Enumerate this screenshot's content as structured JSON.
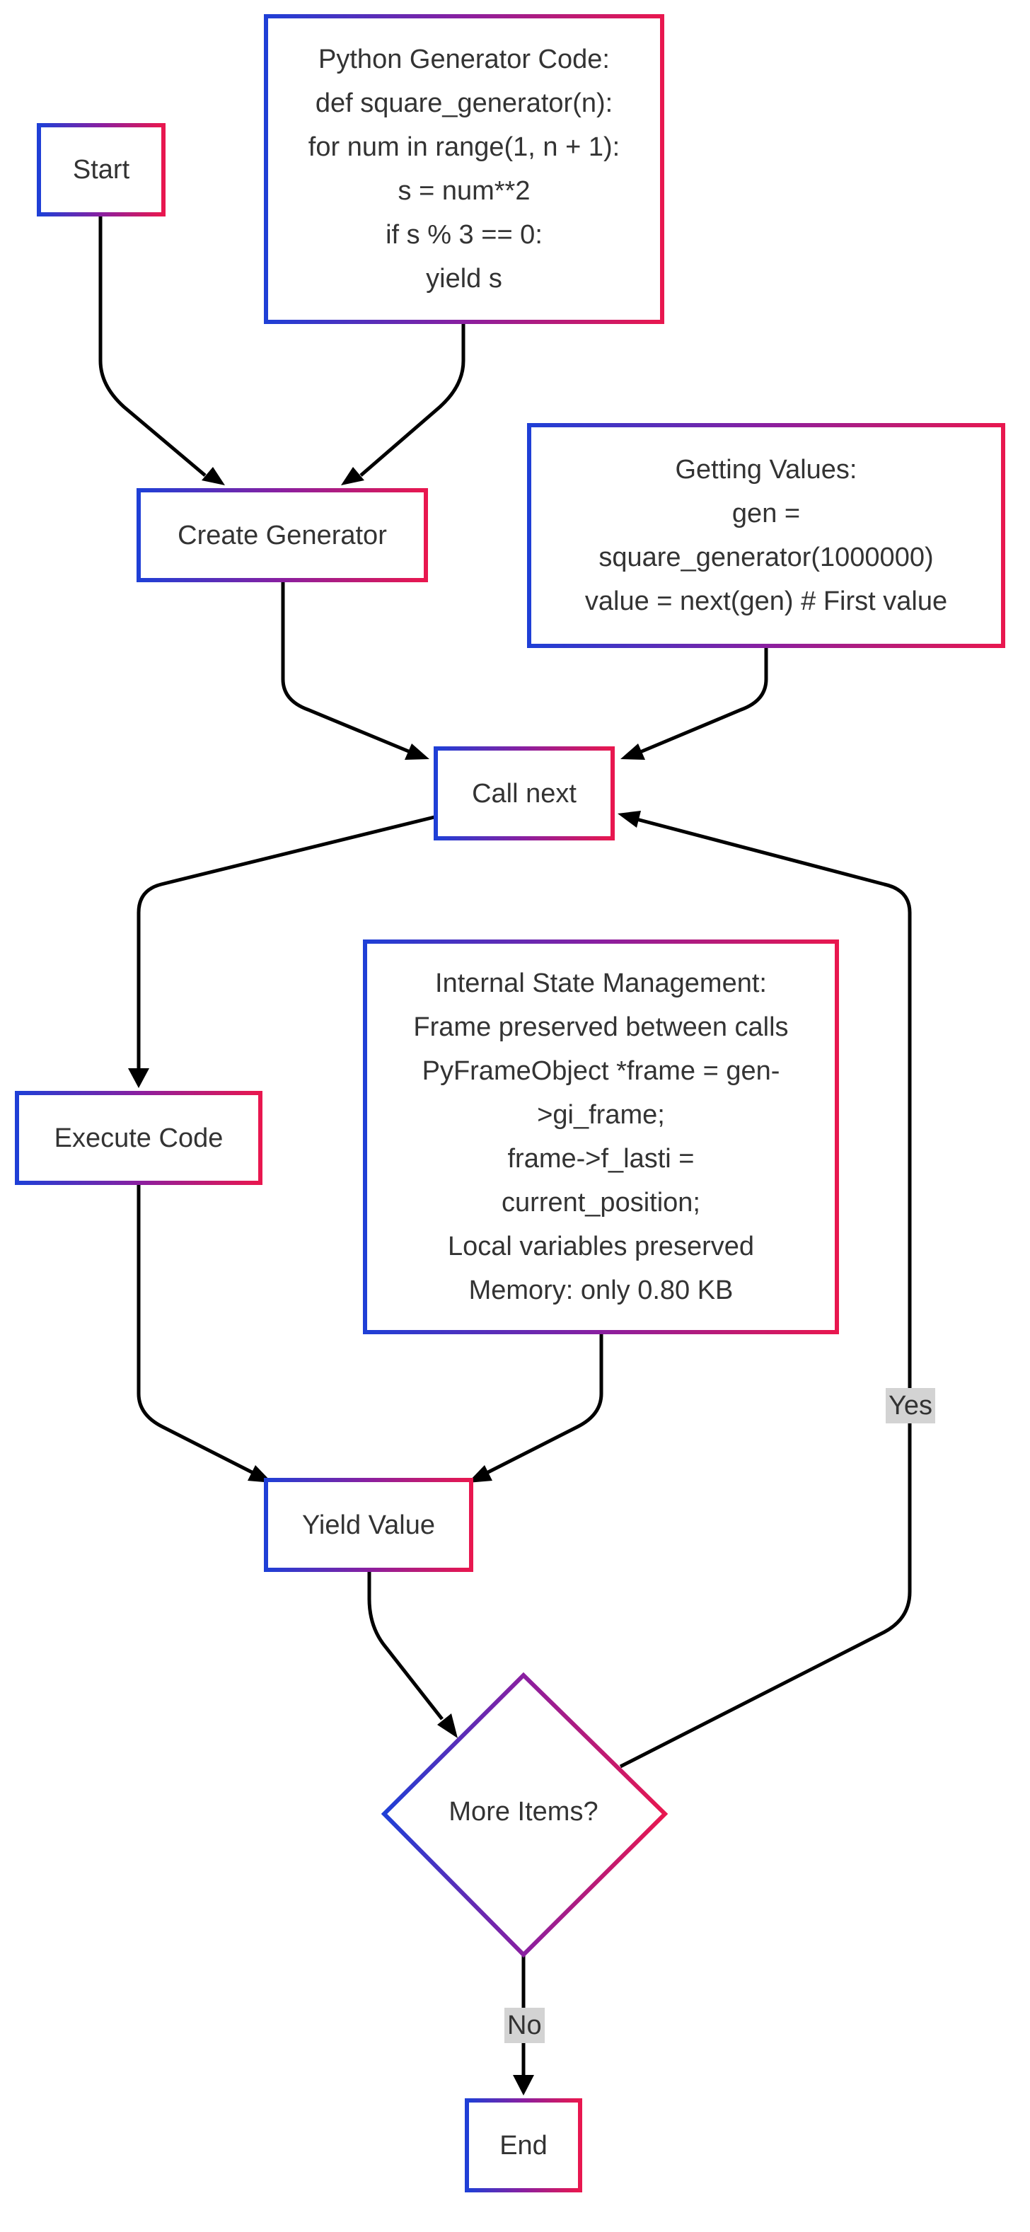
{
  "colors": {
    "gradient_start": "#1f3fd6",
    "gradient_mid": "#8a1fa0",
    "gradient_end": "#e8174f",
    "edge": "#000000",
    "edge_label_bg": "#d3d3d3"
  },
  "nodes": {
    "start": "Start",
    "code_note": [
      "Python Generator Code:",
      "def square_generator(n):",
      "for num in range(1, n + 1):",
      "s = num**2",
      "if s % 3 == 0:",
      "yield s"
    ],
    "create_generator": "Create Generator",
    "getting_values_note": [
      "Getting Values:",
      "gen =",
      "square_generator(1000000)",
      "value = next(gen)  # First value"
    ],
    "call_next": "Call next",
    "execute_code": "Execute Code",
    "state_note": [
      "Internal State Management:",
      "Frame preserved between calls",
      "PyFrameObject *frame = gen-",
      ">gi_frame;",
      "frame->f_lasti =",
      "current_position;",
      "Local variables preserved",
      "Memory: only 0.80 KB"
    ],
    "yield_value": "Yield Value",
    "more_items": "More Items?",
    "end": "End"
  },
  "edge_labels": {
    "yes": "Yes",
    "no": "No"
  }
}
